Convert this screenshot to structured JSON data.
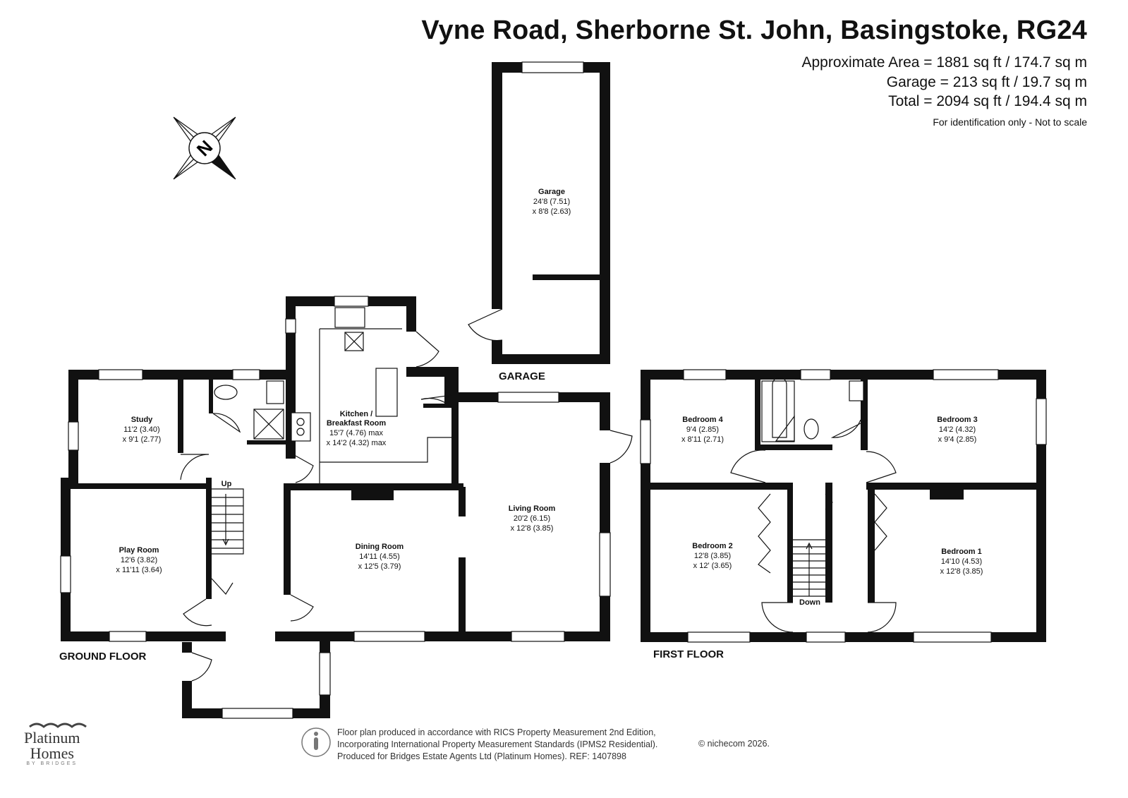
{
  "header": {
    "title": "Vyne Road, Sherborne St. John, Basingstoke, RG24",
    "approx_area": "Approximate Area = 1881 sq ft / 174.7 sq m",
    "garage_area": "Garage = 213 sq ft / 19.7 sq m",
    "total_area": "Total = 2094 sq ft / 194.4 sq m",
    "note": "For identification only - Not to scale"
  },
  "compass": {
    "label": "N",
    "icon": "compass-rose-icon"
  },
  "floors": {
    "ground": "GROUND FLOOR",
    "first": "FIRST FLOOR",
    "garage": "GARAGE"
  },
  "rooms": {
    "garage": {
      "name": "Garage",
      "dim1": "24'8 (7.51)",
      "dim2": "x 8'8 (2.63)"
    },
    "study": {
      "name": "Study",
      "dim1": "11'2 (3.40)",
      "dim2": "x 9'1 (2.77)"
    },
    "kitchen": {
      "name1": "Kitchen /",
      "name2": "Breakfast Room",
      "dim1": "15'7 (4.76) max",
      "dim2": "x 14'2 (4.32) max"
    },
    "living": {
      "name": "Living Room",
      "dim1": "20'2 (6.15)",
      "dim2": "x 12'8 (3.85)"
    },
    "dining": {
      "name": "Dining Room",
      "dim1": "14'11 (4.55)",
      "dim2": "x 12'5 (3.79)"
    },
    "play": {
      "name": "Play Room",
      "dim1": "12'6 (3.82)",
      "dim2": "x 11'11 (3.64)"
    },
    "bedroom4": {
      "name": "Bedroom 4",
      "dim1": "9'4 (2.85)",
      "dim2": "x 8'11 (2.71)"
    },
    "bedroom3": {
      "name": "Bedroom 3",
      "dim1": "14'2 (4.32)",
      "dim2": "x 9'4 (2.85)"
    },
    "bedroom2": {
      "name": "Bedroom 2",
      "dim1": "12'8 (3.85)",
      "dim2": "x 12' (3.65)"
    },
    "bedroom1": {
      "name": "Bedroom 1",
      "dim1": "14'10 (4.53)",
      "dim2": "x 12'8 (3.85)"
    }
  },
  "stairs": {
    "up": "Up",
    "down": "Down"
  },
  "footer": {
    "line1": "Floor plan produced in accordance with RICS Property Measurement 2nd Edition,",
    "line2": "Incorporating International Property Measurement Standards (IPMS2 Residential).",
    "line3": "Produced for Bridges Estate Agents Ltd (Platinum Homes).   REF: 1407898",
    "copyright": "© nichecom 2026."
  },
  "brand": {
    "line1": "Platinum",
    "line2": "Homes",
    "line3": "BY BRIDGES"
  }
}
